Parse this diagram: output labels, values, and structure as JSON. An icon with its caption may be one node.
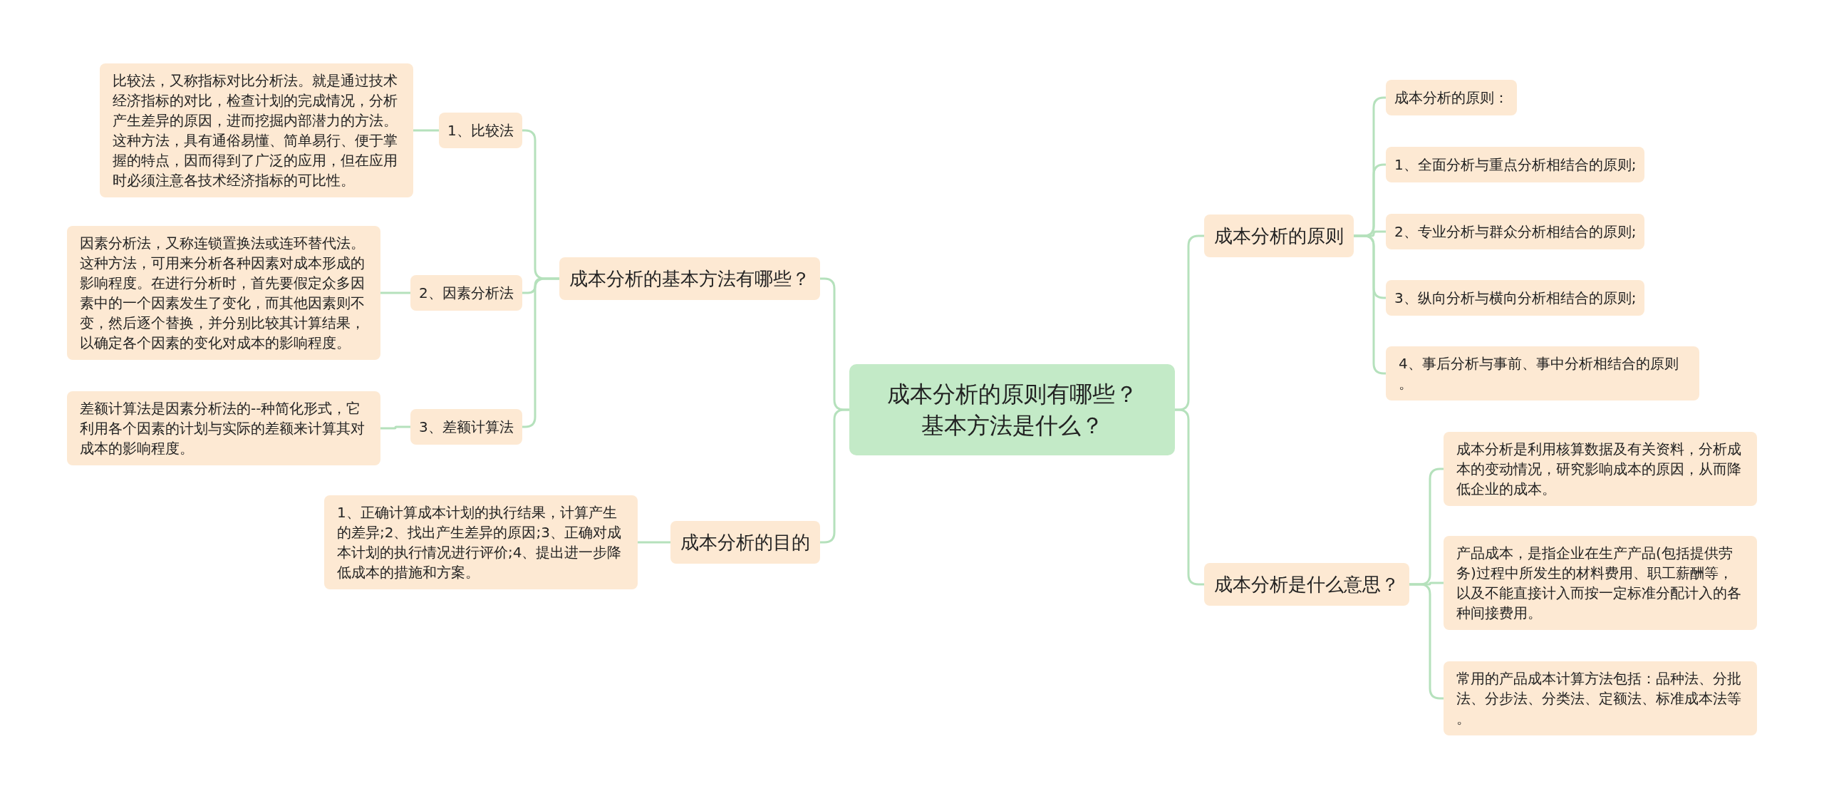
{
  "diagram": {
    "nodes": [
      {
        "text": [
          "成本分析的原则有哪些？基本方法是什么？"
        ]
      },
      {
        "text": [
          "成本分析的基本方法有哪些？"
        ]
      },
      {
        "text": [
          "1、比较法"
        ]
      },
      {
        "text": [
          "比较法，又称指标对比分析法。就是通过技术经济指标的对比，检查计划的完成情况，分析产生差异的原因，进而挖掘内部潜力的方法。这种方法，具有通俗易懂、简单易行、便于掌握的特点，因而得到了广泛的应用，但在应用时必须注意各技术经济指标的可比性。"
        ]
      },
      {
        "text": [
          "2、因素分析法"
        ]
      },
      {
        "text": [
          "因素分析法，又称连锁置换法或连环替代法。这种方法，可用来分析各种因素对成本形成的影响程度。在进行分析时，首先要假定众多因素中的一个因素发生了变化，而其他因素则不变，然后逐个替换，并分别比较其计算结果，以确定各个因素的变化对成本的影响程度。"
        ]
      },
      {
        "text": [
          "3、差额计算法"
        ]
      },
      {
        "text": [
          "差额计算法是因素分析法的--种简化形式，它利用各个因素的计划与实际的差额来计算其对成本的影响程度。"
        ]
      },
      {
        "text": [
          "成本分析的目的"
        ]
      },
      {
        "text": [
          "1、正确计算成本计划的执行结果，计算产生的差异;2、找出产生差异的原因;3、正确对成本计划的执行情况进行评价;4、提出进一步降低成本的措施和方案。"
        ]
      },
      {
        "text": [
          "成本分析的原则"
        ]
      },
      {
        "text": [
          "成本分析的原则："
        ]
      },
      {
        "text": [
          "1、全面分析与重点分析相结合的原则;"
        ]
      },
      {
        "text": [
          "2、专业分析与群众分析相结合的原则;"
        ]
      },
      {
        "text": [
          "3、纵向分析与横向分析相结合的原则;"
        ]
      },
      {
        "text": [
          "4、事后分析与事前、事中分析相结合的原则。"
        ]
      },
      {
        "text": [
          "成本分析是什么意思？"
        ]
      },
      {
        "text": [
          "成本分析是利用核算数据及有关资料，分析成本的变动情况，研究影响成本的原因，从而降低企业的成本。"
        ]
      },
      {
        "text": [
          "产品成本，是指企业在生产产品(包括提供劳务)过程中所发生的材料费用、职工薪酬等，以及不能直接计入而按一定标准分配计入的各种间接费用。"
        ]
      },
      {
        "text": [
          "常用的产品成本计算方法包括：品种法、分批法、分步法、分类法、定额法、标准成本法等。"
        ]
      }
    ],
    "edges": [
      {
        "from": 0,
        "to": 1,
        "arrow": "none"
      },
      {
        "from": 1,
        "to": 2,
        "arrow": "none"
      },
      {
        "from": 2,
        "to": 3,
        "arrow": "none"
      },
      {
        "from": 1,
        "to": 4,
        "arrow": "none"
      },
      {
        "from": 4,
        "to": 5,
        "arrow": "none"
      },
      {
        "from": 1,
        "to": 6,
        "arrow": "none"
      },
      {
        "from": 6,
        "to": 7,
        "arrow": "none"
      },
      {
        "from": 0,
        "to": 8,
        "arrow": "none"
      },
      {
        "from": 8,
        "to": 9,
        "arrow": "none"
      },
      {
        "from": 0,
        "to": 10,
        "arrow": "none"
      },
      {
        "from": 10,
        "to": 11,
        "arrow": "none"
      },
      {
        "from": 10,
        "to": 12,
        "arrow": "none"
      },
      {
        "from": 10,
        "to": 13,
        "arrow": "none"
      },
      {
        "from": 10,
        "to": 14,
        "arrow": "none"
      },
      {
        "from": 10,
        "to": 15,
        "arrow": "none"
      },
      {
        "from": 0,
        "to": 16,
        "arrow": "none"
      },
      {
        "from": 16,
        "to": 17,
        "arrow": "none"
      },
      {
        "from": 16,
        "to": 18,
        "arrow": "none"
      },
      {
        "from": 16,
        "to": 19,
        "arrow": "none"
      }
    ]
  }
}
